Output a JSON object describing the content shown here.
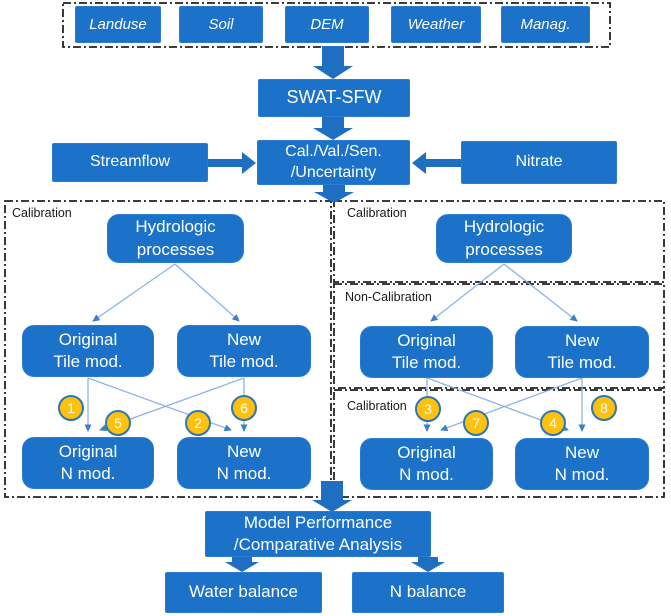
{
  "colors": {
    "background": "#ffffff",
    "box_fill": "#1b72c8",
    "box_border": "#2b7bd0",
    "arrow_fill": "#1e6fc2",
    "connector_line": "#8fb4e2",
    "connector_head": "#3b7ec9",
    "circle_fill": "#fec10d",
    "circle_border": "#2e75b6",
    "circle_text": "#ffffff",
    "box_text": "#ffffff",
    "label_text": "#1a1a1a",
    "panel_border": "#222222"
  },
  "input_row": {
    "items": [
      "Landuse",
      "Soil",
      "DEM",
      "Weather",
      "Manag."
    ]
  },
  "swat": {
    "label": "SWAT-SFW"
  },
  "calval": {
    "line1": "Cal./Val./Sen.",
    "line2": "/Uncertainty"
  },
  "observations": {
    "streamflow": "Streamflow",
    "nitrate": "Nitrate"
  },
  "left_panel": {
    "label": "Calibration",
    "boxes": {
      "hydrologic": {
        "line1": "Hydrologic",
        "line2": "processes"
      },
      "original_tile": {
        "line1": "Original",
        "line2": "Tile mod."
      },
      "new_tile": {
        "line1": "New",
        "line2": "Tile mod."
      },
      "original_n": {
        "line1": "Original",
        "line2": "N mod."
      },
      "new_n": {
        "line1": "New",
        "line2": "N mod."
      }
    },
    "circles": [
      "1",
      "5",
      "2",
      "6"
    ]
  },
  "right_panel": {
    "top_label": "Calibration",
    "middle_label": "Non-Calibration",
    "bottom_label": "Calibration",
    "boxes": {
      "hydrologic": {
        "line1": "Hydrologic",
        "line2": "processes"
      },
      "original_tile": {
        "line1": "Original",
        "line2": "Tile mod."
      },
      "new_tile": {
        "line1": "New",
        "line2": "Tile mod."
      },
      "original_n": {
        "line1": "Original",
        "line2": "N mod."
      },
      "new_n": {
        "line1": "New",
        "line2": "N mod."
      }
    },
    "circles": [
      "3",
      "7",
      "4",
      "8"
    ]
  },
  "performance": {
    "line1": "Model Performance",
    "line2": "/Comparative Analysis"
  },
  "outputs": {
    "water": "Water balance",
    "nitrogen": "N balance"
  }
}
